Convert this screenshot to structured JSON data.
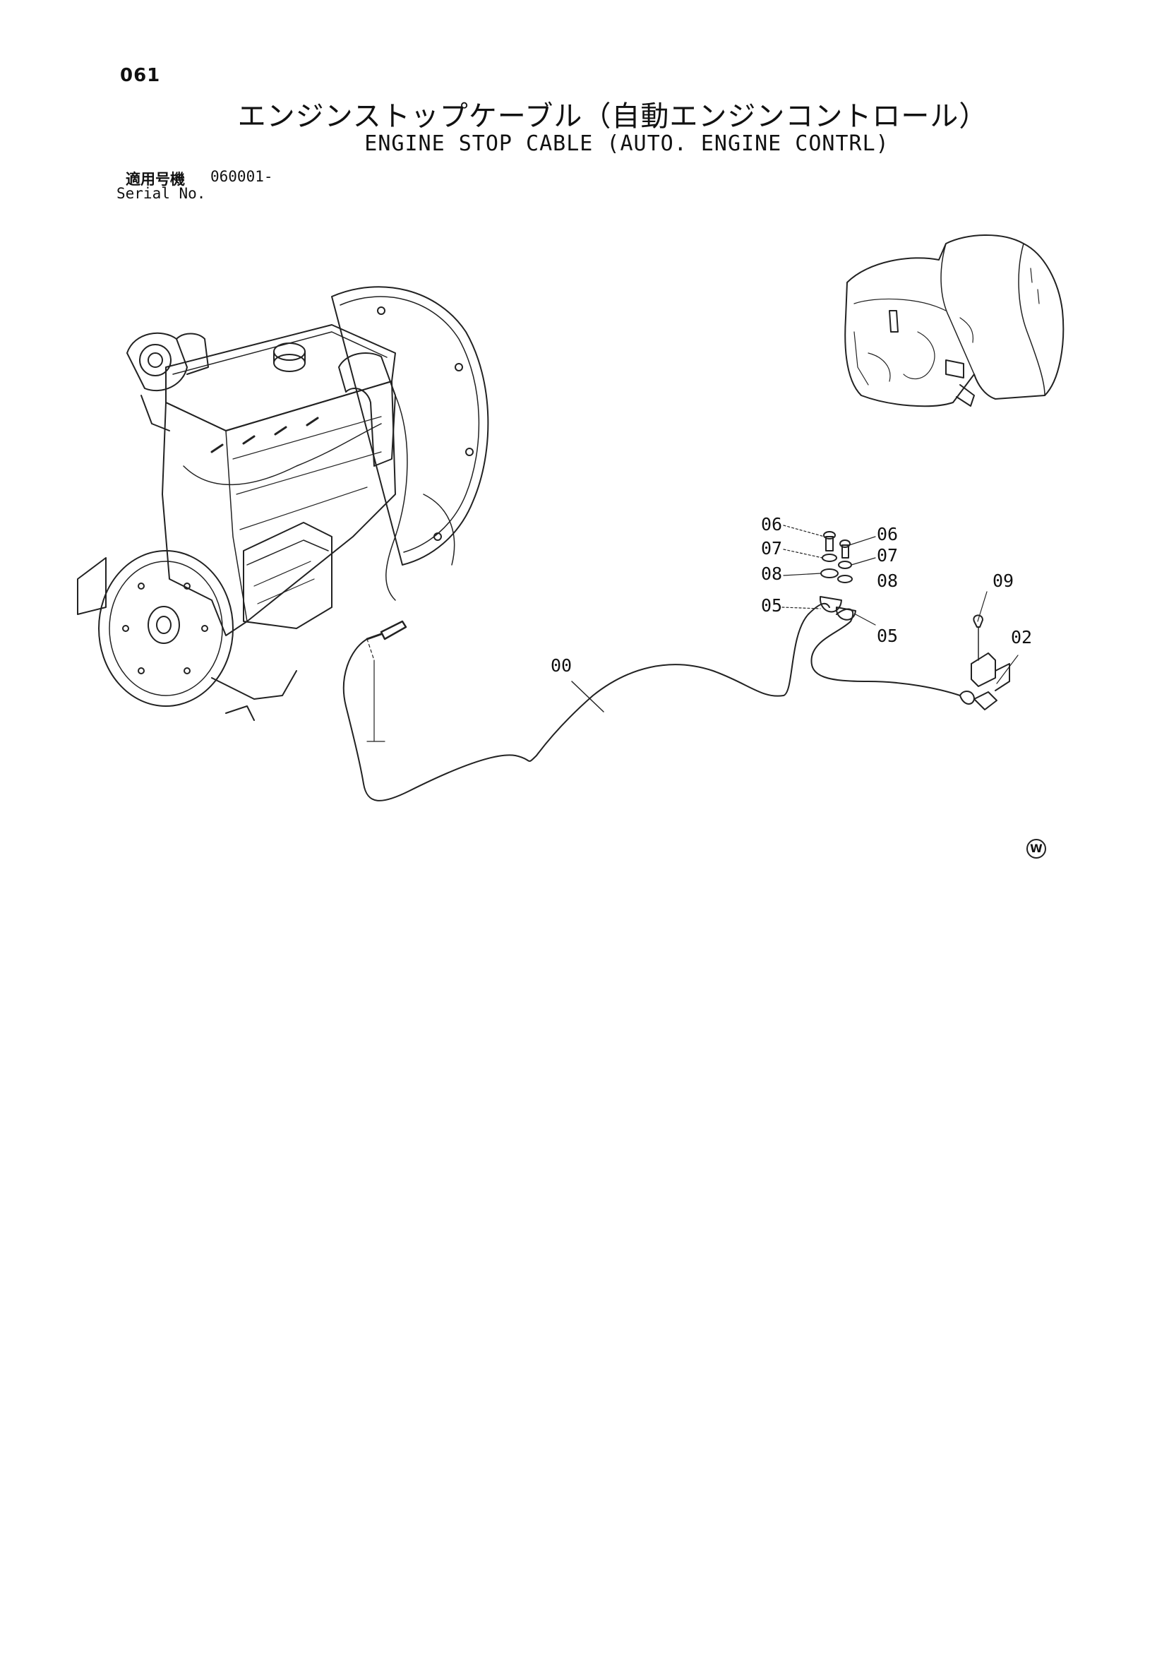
{
  "header": {
    "page_number": "061",
    "title_jp": "エンジンストップケーブル（自動エンジンコントロール）",
    "title_en": "ENGINE STOP CABLE (AUTO. ENGINE CONTRL)",
    "serial_label_jp": "適用号機",
    "serial_value": "060001-",
    "serial_label_en": "Serial No."
  },
  "callouts": [
    {
      "id": "00",
      "text": "00"
    },
    {
      "id": "06a",
      "text": "06"
    },
    {
      "id": "07a",
      "text": "07"
    },
    {
      "id": "08a",
      "text": "08"
    },
    {
      "id": "05a",
      "text": "05"
    },
    {
      "id": "06b",
      "text": "06"
    },
    {
      "id": "07b",
      "text": "07"
    },
    {
      "id": "08b",
      "text": "08"
    },
    {
      "id": "05b",
      "text": "05"
    },
    {
      "id": "09",
      "text": "09"
    },
    {
      "id": "02",
      "text": "02"
    }
  ],
  "watermark": "W",
  "colors": {
    "line": "#222222",
    "background": "#ffffff"
  }
}
